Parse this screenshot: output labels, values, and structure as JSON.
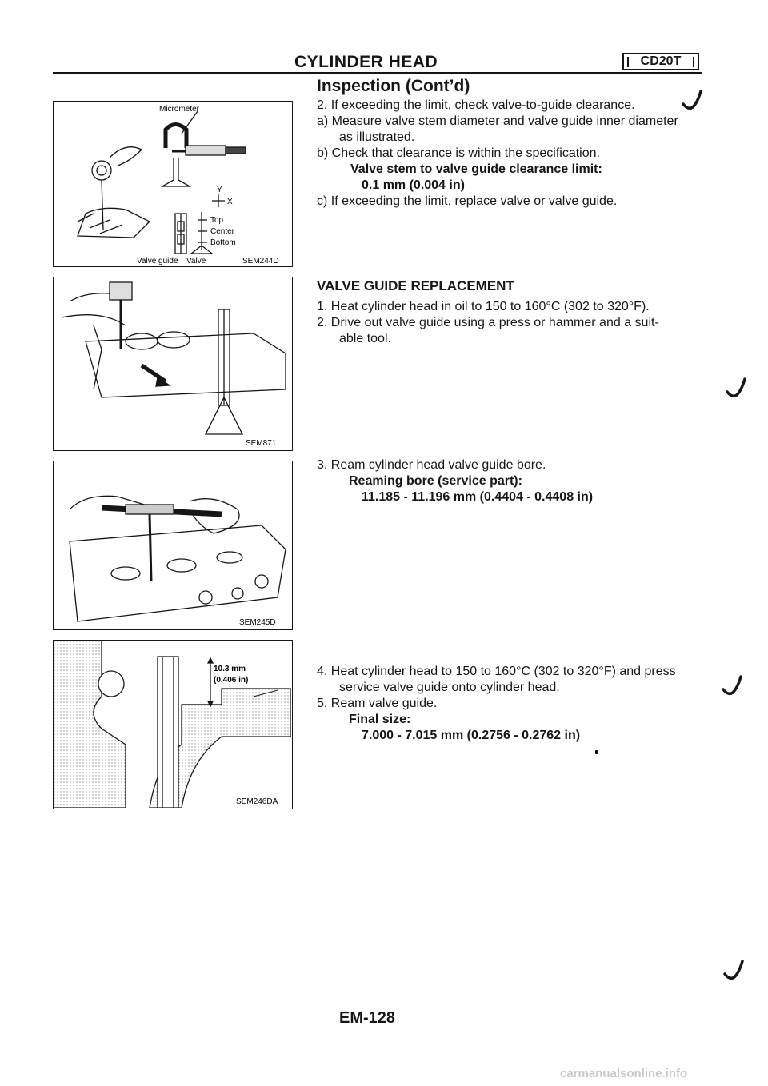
{
  "header": {
    "title": "CYLINDER HEAD",
    "model": "CD20T"
  },
  "inspection": {
    "title": "Inspection (Cont’d)",
    "step2": "2.  If exceeding the limit, check valve-to-guide clearance.",
    "step_a1": "a)  Measure valve stem diameter and valve guide inner diameter",
    "step_a2": "as illustrated.",
    "step_b": "b)  Check that clearance is within the specification.",
    "spec_label": "Valve stem to valve guide clearance limit:",
    "spec_value": "0.1 mm (0.004 in)",
    "step_c": "c)  If exceeding the limit, replace valve or valve guide."
  },
  "replacement": {
    "title": "VALVE GUIDE REPLACEMENT",
    "step1": "1.  Heat cylinder head in oil to 150 to 160°C (302 to 320°F).",
    "step2a": "2.  Drive out valve guide using a press or hammer and a suit-",
    "step2b": "able tool.",
    "step3": "3.  Ream cylinder head valve guide bore.",
    "step3_label": "Reaming bore (service part):",
    "step3_value": "11.185 - 11.196 mm (0.4404 - 0.4408 in)",
    "step4a": "4.  Heat cylinder head to 150 to 160°C (302 to 320°F) and press",
    "step4b": "service valve guide onto cylinder head.",
    "step5": "5.  Ream valve guide.",
    "step5_label": "Final size:",
    "step5_value": "7.000 - 7.015 mm (0.2756 - 0.2762 in)"
  },
  "figures": {
    "fig1": {
      "micrometer": "Micrometer",
      "y": "Y",
      "x": "X",
      "top": "Top",
      "center": "Center",
      "bottom": "Bottom",
      "valve_guide": "Valve guide",
      "valve": "Valve",
      "code": "SEM244D"
    },
    "fig2": {
      "code": "SEM871"
    },
    "fig3": {
      "code": "SEM245D"
    },
    "fig4": {
      "dim_mm": "10.3 mm",
      "dim_in": "(0.406 in)",
      "code": "SEM246DA"
    }
  },
  "page_number": "EM-128",
  "footer": "carmanualsonline.info"
}
